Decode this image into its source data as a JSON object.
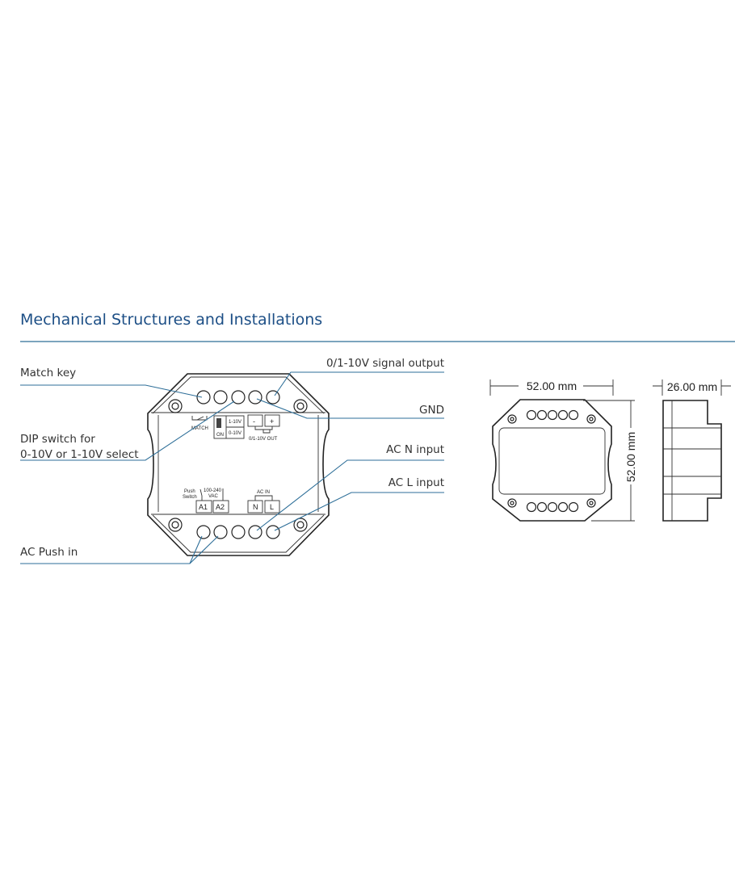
{
  "section_title": "Mechanical Structures and Installations",
  "callouts": {
    "match_key": "Match key",
    "dip_switch_line1": "DIP switch for",
    "dip_switch_line2": "0-10V or 1-10V select",
    "ac_push_in": "AC Push in",
    "signal_output": "0/1-10V signal output",
    "gnd": "GND",
    "ac_n_input": "AC N input",
    "ac_l_input": "AC L input"
  },
  "device_labels": {
    "match": "MATCH",
    "dip_1_10v": "1-10V",
    "dip_0_10v": "0-10V",
    "dip_on": "ON",
    "minus": "-",
    "plus": "+",
    "out": "0/1-10V OUT",
    "push": "Push",
    "switch": "Switch",
    "vac1": "100-240",
    "vac2": "VAC",
    "a1": "A1",
    "a2": "A2",
    "ac_in": "AC IN",
    "n": "N",
    "l": "L"
  },
  "dimensions": {
    "width": "52.00 mm",
    "height": "52.00 mm",
    "depth": "26.00 mm"
  },
  "colors": {
    "title": "#1d4f86",
    "leader": "#2d6e98",
    "rule": "#2d6e98"
  }
}
